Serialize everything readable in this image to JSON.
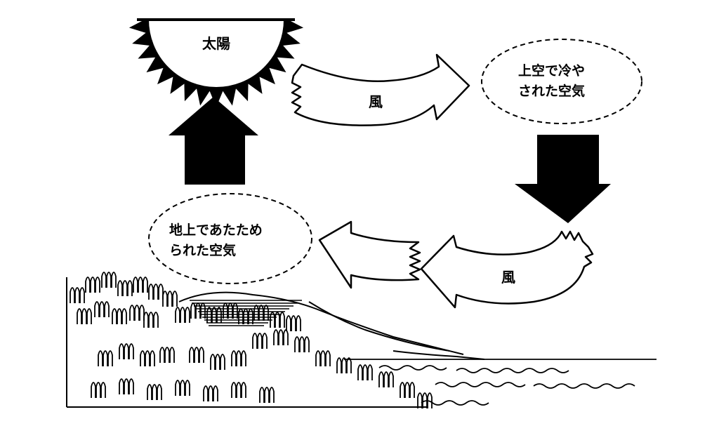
{
  "diagram": {
    "sun": {
      "label": "太陽"
    },
    "cooled_air": {
      "line1": "上空で冷や",
      "line2": "された空気"
    },
    "warmed_air": {
      "line1": "地上であたため",
      "line2": "られた空気"
    },
    "wind_upper": {
      "label": "風"
    },
    "wind_lower": {
      "label": "風"
    }
  },
  "colors": {
    "ink": "#000000",
    "paper": "#ffffff"
  }
}
